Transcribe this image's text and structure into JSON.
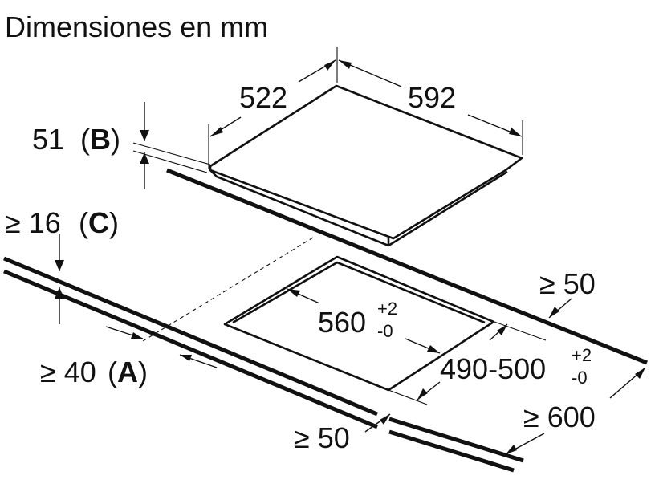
{
  "title": "Dimensiones en mm",
  "hob": {
    "depth": "522",
    "width": "592",
    "height_value": "51",
    "height_ref": "B"
  },
  "worktop": {
    "thickness_prefix": "≥ 16",
    "thickness_ref": "C",
    "front_gap_prefix": "≥ 40",
    "front_gap_ref": "A",
    "rear_gap": "≥ 50",
    "side_gap": "≥ 50",
    "worktop_depth": "≥ 600"
  },
  "cutout": {
    "width_base": "560",
    "width_tol_plus": "+2",
    "width_tol_minus": "-0",
    "depth_base": "490-500",
    "depth_tol_plus": "+2",
    "depth_tol_minus": "-0"
  }
}
